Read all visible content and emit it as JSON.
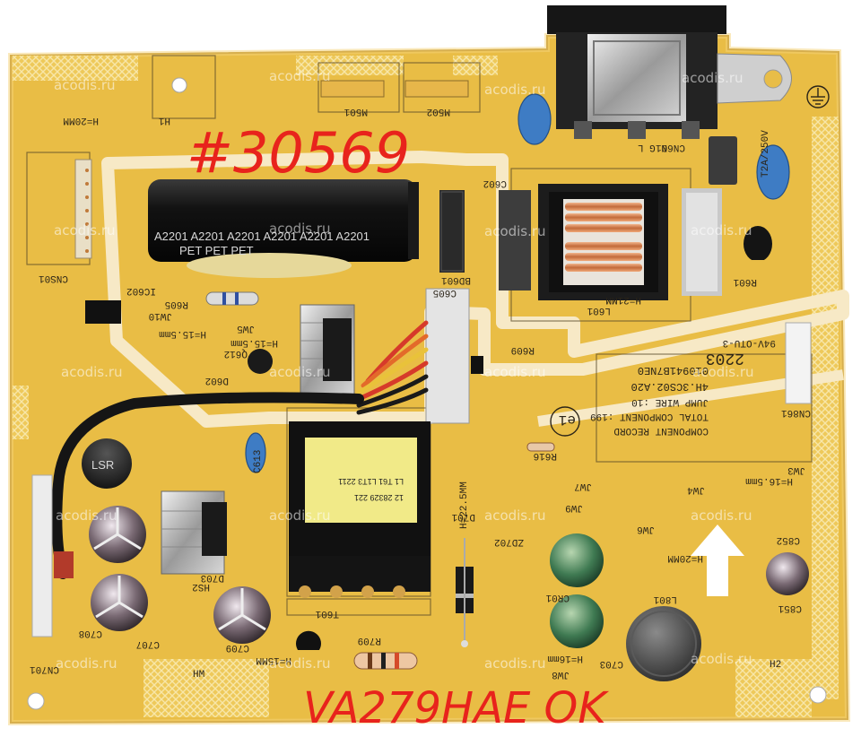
{
  "handwriting": {
    "top": "#30569",
    "bottom": "VA279HAE  OK"
  },
  "watermark": "acodis.ru",
  "board_texts": {
    "capacitor_print": "A2201 A2201 A2201 A2201 A2201 A2201",
    "capacitor_sub": "PET PET PET",
    "transformer_line1": "L1 T61 L1T3 2211",
    "transformer_line2": "12 28329 221",
    "lsr": "LSR",
    "record_title": "COMPONENT RECORD",
    "record_total": "TOTAL COMPONENT :199",
    "record_jump": "JUMP WIRE :10",
    "part_no": "4H.3CS02.A20",
    "barcode_no": "010941B7NE0",
    "ul": "94V-OTU-3",
    "e1": "e1",
    "year": "2203"
  },
  "silkscreen": {
    "cns01": "CNS01",
    "ic602": "IC602",
    "r605": "R605",
    "jw10": "JW10",
    "jw5": "JW5",
    "h15a": "H=15.5mm",
    "h15b": "H=15.5mm",
    "h20a": "H=20MM",
    "h21": "H=21MM",
    "h22": "H=22.5MM",
    "h16": "H=16.5mm",
    "h20b": "H=20MM",
    "h15c": "H=15MM",
    "h16b": "H=16mm",
    "d602": "D602",
    "q612": "Q612",
    "c613": "C613",
    "c708": "C708",
    "d703": "D703",
    "hs2": "HS2",
    "c707": "C707",
    "c709": "C709",
    "cn701": "CN701",
    "r709": "R709",
    "t601": "T601",
    "d701": "D701",
    "zd702": "ZD702",
    "r609": "R609",
    "r616": "R616",
    "jw7": "JW7",
    "jw9": "JW9",
    "jw6": "JW6",
    "jw4": "JW4",
    "jw3": "JW3",
    "cr01": "CR01",
    "c703": "C703",
    "jw8": "JW8",
    "l801": "L801",
    "c852": "C852",
    "c851": "C851",
    "cn861": "CN861",
    "bd601": "BD601",
    "c602": "C602",
    "c605": "C605",
    "l601": "L601",
    "cn601": "CN601",
    "m501": "M501",
    "m502": "M502",
    "h1": "H1",
    "h2": "H2",
    "hm": "HM",
    "fuse": "T2A/250V",
    "nhl": "N   G   L",
    "r601": "R601"
  }
}
